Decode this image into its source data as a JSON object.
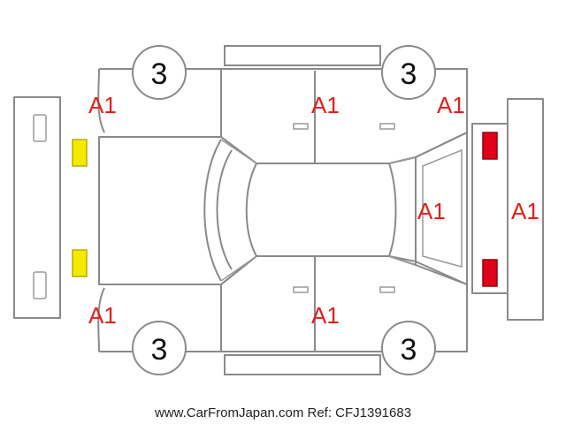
{
  "colors": {
    "outline": "#8a8a8a",
    "damage_code": "#e0201c",
    "front_lamp": "#f4ea00",
    "rear_lamp": "#e0001a"
  },
  "tires": {
    "front_left": "3",
    "rear_left": "3",
    "front_right": "3",
    "rear_right": "3"
  },
  "damage": {
    "front_bumper_top": "A1",
    "roof_top": "A1",
    "rear_top": "A1",
    "tailgate": "A1",
    "rear_bumper": "A1",
    "front_bumper_bottom": "A1",
    "side_bottom": "A1"
  },
  "lamps": {
    "front": "yellow-lamp-icon",
    "rear": "red-lamp-icon"
  },
  "footer": "www.CarFromJapan.com Ref: CFJ1391683"
}
